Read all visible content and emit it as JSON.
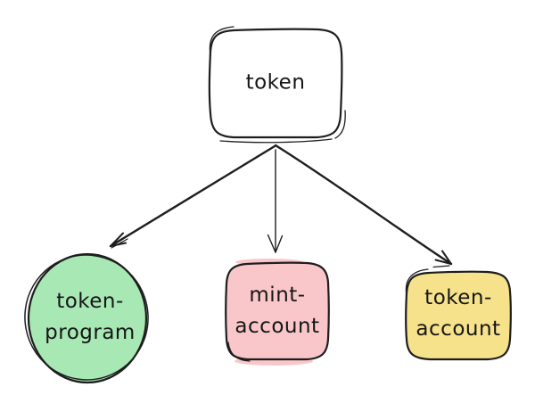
{
  "canvas": {
    "background": "#ffffff",
    "ink": "#1e1e1e",
    "text_color": "#161616"
  },
  "nodes": {
    "token": {
      "label": "token",
      "shape": "rounded-rectangle",
      "fill": "#ffffff"
    },
    "token_program": {
      "line1": "token-",
      "line2": "program",
      "shape": "circle",
      "fill": "#a7e8b4"
    },
    "mint_account": {
      "line1": "mint-",
      "line2": "account",
      "shape": "rounded-rectangle",
      "fill": "#f9c7ca"
    },
    "token_account": {
      "line1": "token-",
      "line2": "account",
      "shape": "rounded-rectangle",
      "fill": "#f7e28c"
    }
  },
  "edges": [
    {
      "from": "token",
      "to": "token_program",
      "style": "hand-drawn-arrow"
    },
    {
      "from": "token",
      "to": "mint_account",
      "style": "hand-drawn-arrow"
    },
    {
      "from": "token",
      "to": "token_account",
      "style": "hand-drawn-arrow"
    }
  ]
}
